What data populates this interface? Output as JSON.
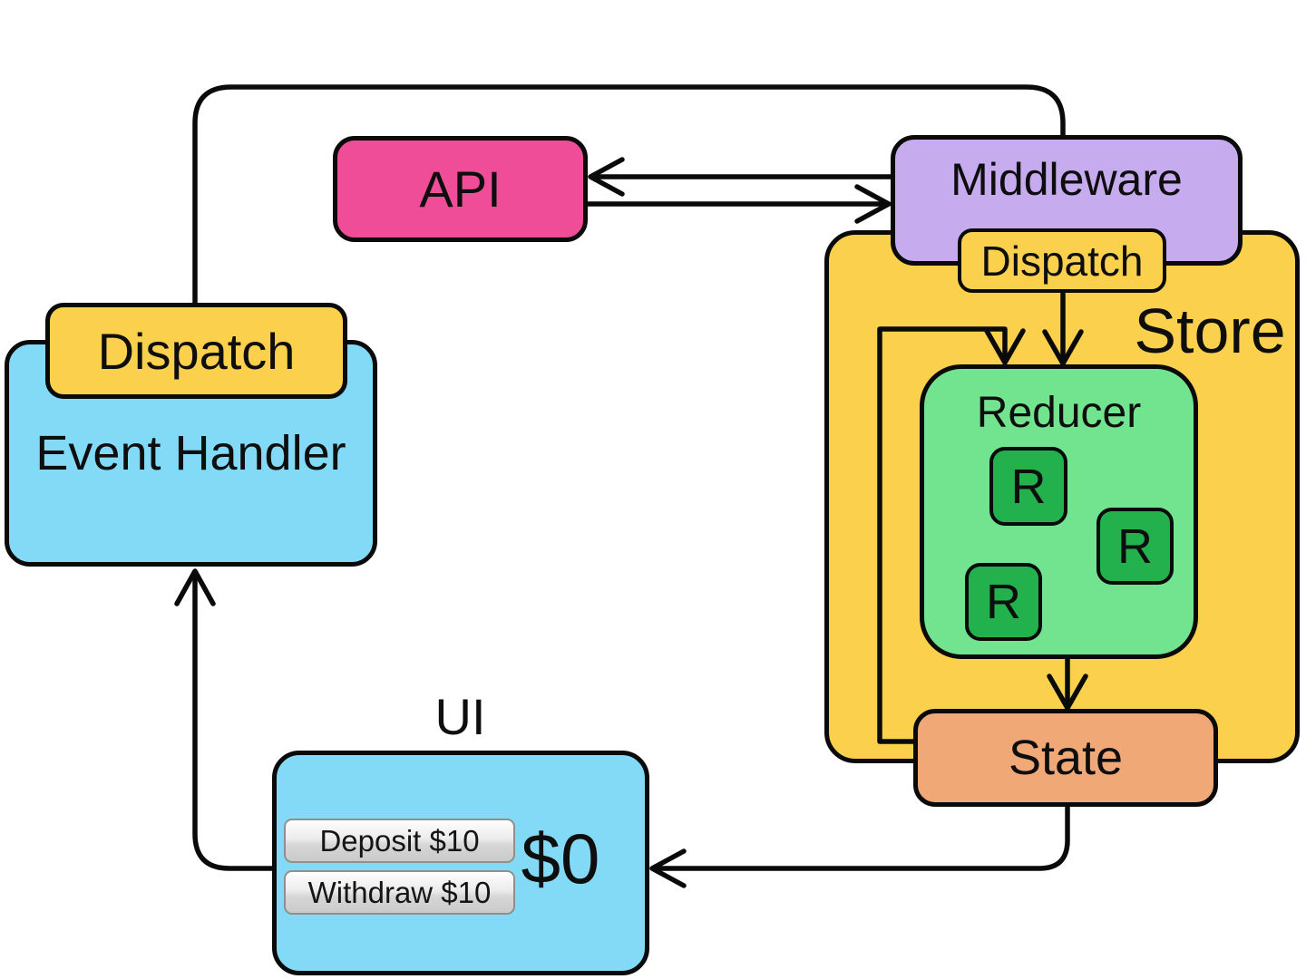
{
  "colors": {
    "api_pink": "#F04D99",
    "middleware_purple": "#C6ABEF",
    "store_yellow": "#FAD04D",
    "reducer_green": "#72E38E",
    "sub_reducer_green": "#22B14C",
    "state_orange": "#F0A877",
    "ui_blue": "#82DAF6",
    "line_black": "#0A0A0A"
  },
  "nodes": {
    "api": {
      "label": "API"
    },
    "middleware": {
      "label": "Middleware"
    },
    "store": {
      "label": "Store",
      "dispatch_label": "Dispatch"
    },
    "reducer": {
      "label": "Reducer",
      "sub_reducers": [
        "R",
        "R",
        "R"
      ]
    },
    "state": {
      "label": "State"
    },
    "event_handler": {
      "label": "Event Handler",
      "dispatch_label": "Dispatch"
    },
    "ui": {
      "label": "UI",
      "balance": "$0",
      "buttons": [
        {
          "label": "Deposit $10"
        },
        {
          "label": "Withdraw $10"
        }
      ]
    }
  }
}
